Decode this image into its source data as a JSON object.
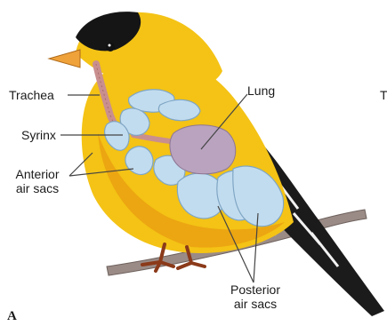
{
  "labels": {
    "trachea": "Trachea",
    "lung": "Lung",
    "syrinx": "Syrinx",
    "anterior_line1": "Anterior",
    "anterior_line2": "air sacs",
    "posterior_line1": "Posterior",
    "posterior_line2": "air sacs",
    "edge_letter": "T"
  },
  "panel_letter": "A",
  "colors": {
    "body_yellow": "#f4c315",
    "body_orange": "#e89a10",
    "cap_black": "#151515",
    "beak": "#f0a23a",
    "air_sac": "#c2dcef",
    "air_sac_outline": "#7fa6c4",
    "lung": "#b9a3bf",
    "trachea": "#c98f8f",
    "branch": "#9a8b86",
    "leader_line": "#444444"
  }
}
